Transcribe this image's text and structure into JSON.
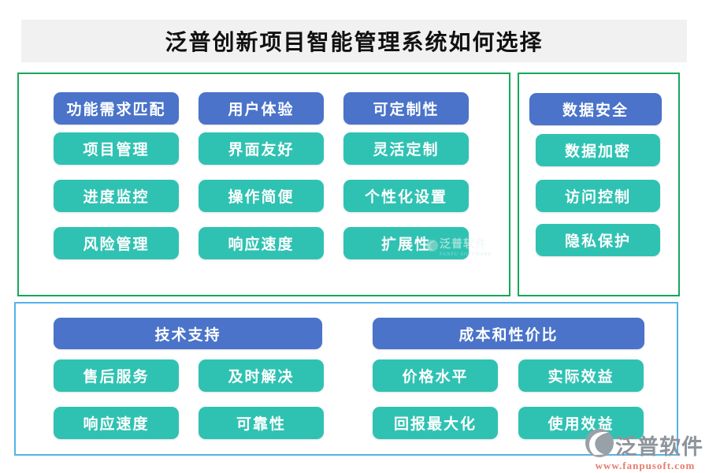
{
  "title": "泛普创新项目智能管理系统如何选择",
  "panels": {
    "top_left": {
      "columns": [
        {
          "header": "功能需求匹配",
          "items": [
            "项目管理",
            "进度监控",
            "风险管理"
          ]
        },
        {
          "header": "用户体验",
          "items": [
            "界面友好",
            "操作简便",
            "响应速度"
          ]
        },
        {
          "header": "可定制性",
          "items": [
            "灵活定制",
            "个性化设置",
            "扩展性"
          ]
        }
      ]
    },
    "top_right": {
      "columns": [
        {
          "header": "数据安全",
          "items": [
            "数据加密",
            "访问控制",
            "隐私保护"
          ]
        }
      ]
    },
    "bottom": {
      "groups": [
        {
          "header": "技术支持",
          "items": [
            "售后服务",
            "及时解决",
            "响应速度",
            "可靠性"
          ]
        },
        {
          "header": "成本和性价比",
          "items": [
            "价格水平",
            "实际效益",
            "回报最大化",
            "使用效益"
          ]
        }
      ]
    }
  },
  "watermark": {
    "name": "泛普软件",
    "sub": "FANPU SOFTWARE"
  },
  "logo": {
    "name": "泛普软件",
    "url": "www.fanpusoft.com"
  },
  "colors": {
    "header_blue": "#4a73c9",
    "item_teal": "#2fc2b2",
    "panel_green_border": "#17a75b",
    "panel_blue_border": "#53b3e7",
    "title_bg": "#f1f1f1",
    "logo_gray": "#8d949c",
    "logo_url_salmon": "#e87b6c"
  }
}
